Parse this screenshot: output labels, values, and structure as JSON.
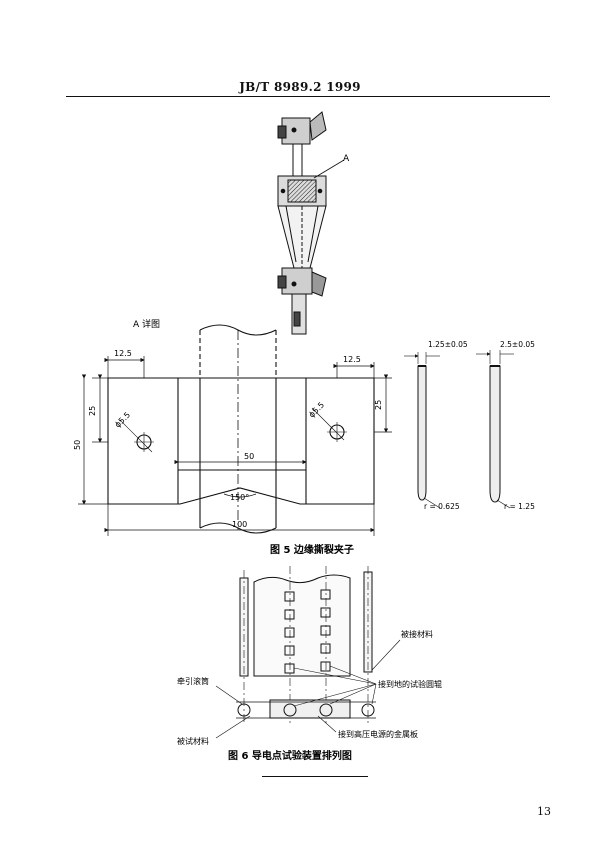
{
  "header": {
    "standard_code": "JB/T  8989.2    1999"
  },
  "figure5": {
    "callout_label": "A",
    "detail_label": "A 详图",
    "caption": "图 5   边缘撕裂夹子",
    "dims": {
      "left_edge": "12.5",
      "right_edge": "12.5",
      "left_height": "25",
      "right_height": "25",
      "total_height": "50",
      "hole_left": "ϕ5.5",
      "hole_right": "ϕ5.5",
      "notch_width": "50",
      "notch_angle": "150°",
      "total_width": "100"
    },
    "profile_left": {
      "thickness": "1.25±0.05",
      "radius": "r = 0.625"
    },
    "profile_right": {
      "thickness": "2.5±0.05",
      "radius": "r = 1.25"
    }
  },
  "figure6": {
    "caption": "图 6   导电点试验装置排列图",
    "labels": {
      "clamped_material": "被接材料",
      "pull_roller": "牵引滚筒",
      "ground_terminal": "接到地的试验圆辊",
      "test_material": "被试材料",
      "hv_plate": "接到高压电源的金属板"
    }
  },
  "footer": {
    "page_number": "13"
  }
}
